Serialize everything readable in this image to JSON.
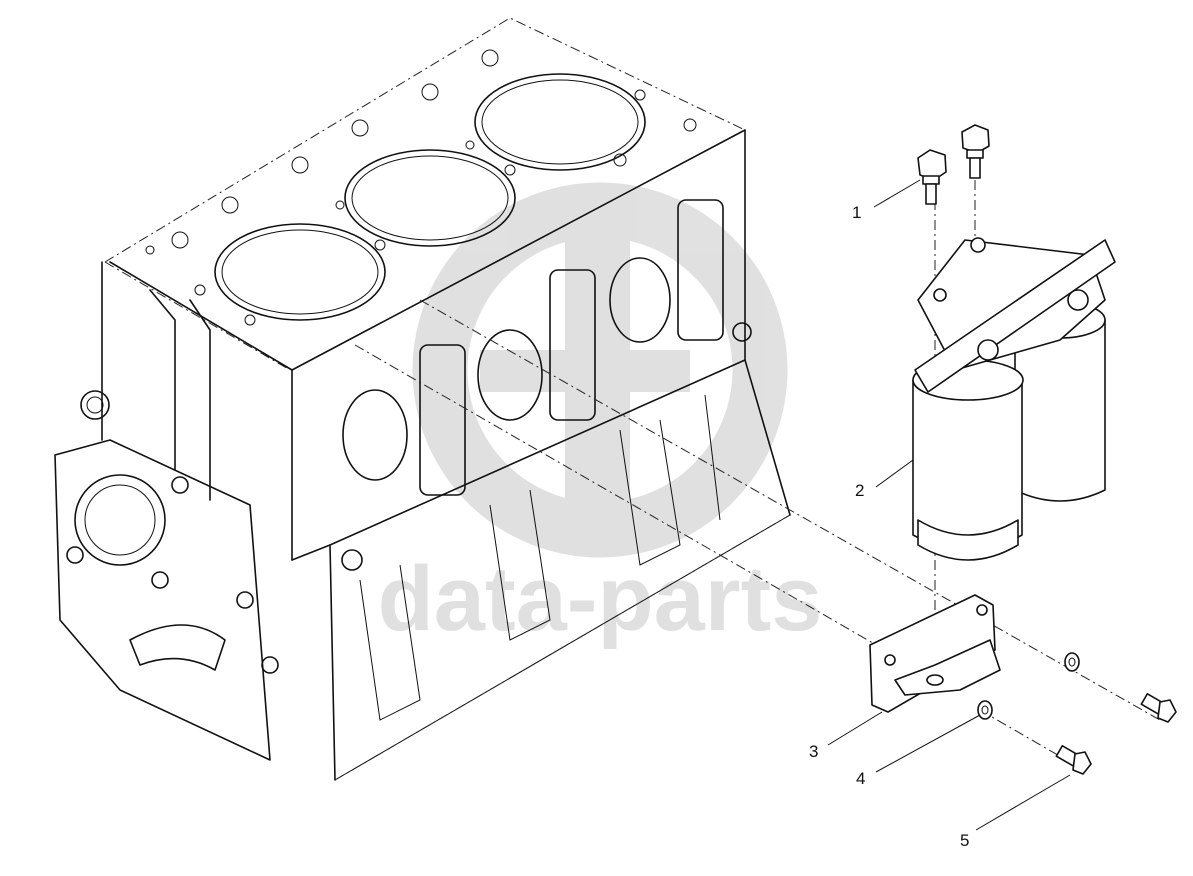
{
  "watermark": {
    "text": "data-parts",
    "color": "#c8c8c8"
  },
  "callouts": [
    {
      "id": "1",
      "label": "1"
    },
    {
      "id": "2",
      "label": "2"
    },
    {
      "id": "3",
      "label": "3"
    },
    {
      "id": "4",
      "label": "4"
    },
    {
      "id": "5",
      "label": "5"
    }
  ],
  "colors": {
    "line": "#111111",
    "background": "#ffffff"
  }
}
